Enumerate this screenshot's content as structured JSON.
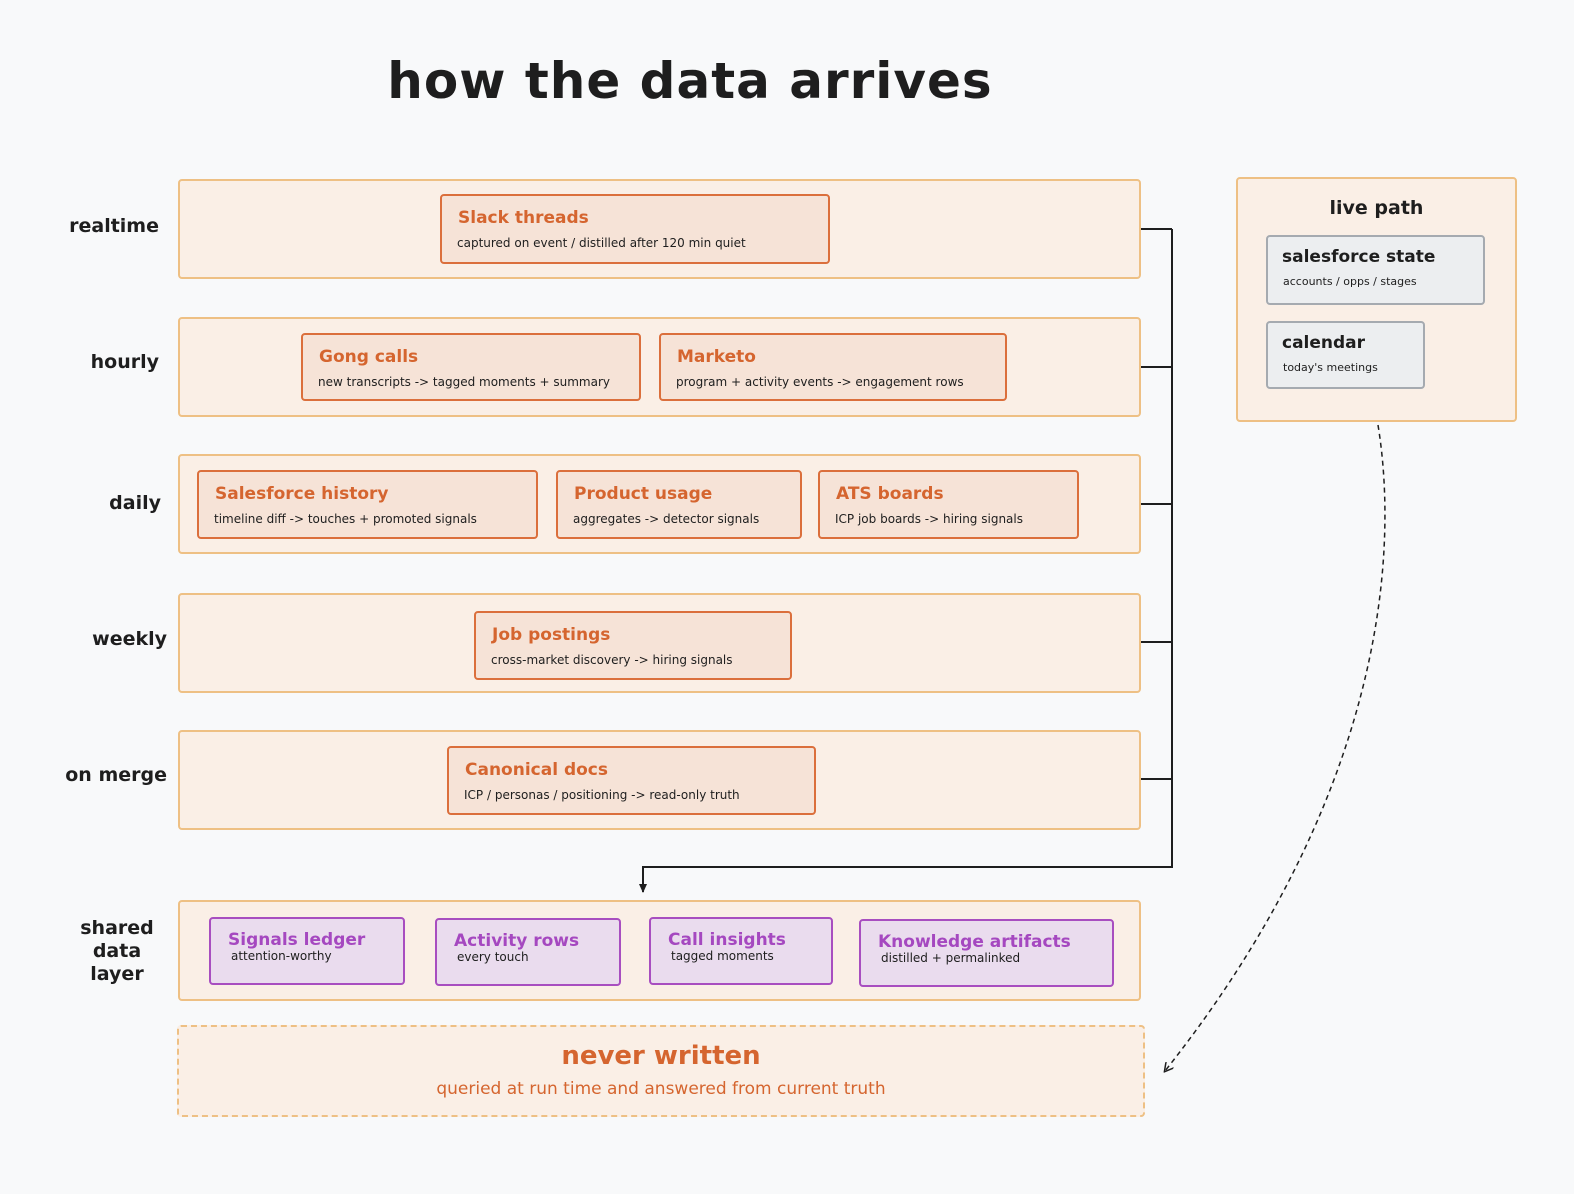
{
  "title": "how the data arrives",
  "tiers": {
    "realtime": {
      "label": "realtime",
      "cards": [
        {
          "title": "Slack threads",
          "subtitle": "captured on event / distilled after 120 min quiet"
        }
      ]
    },
    "hourly": {
      "label": "hourly",
      "cards": [
        {
          "title": "Gong calls",
          "subtitle": "new transcripts -> tagged moments + summary"
        },
        {
          "title": "Marketo",
          "subtitle": "program + activity events -> engagement rows"
        }
      ]
    },
    "daily": {
      "label": "daily",
      "cards": [
        {
          "title": "Salesforce history",
          "subtitle": "timeline diff -> touches + promoted signals"
        },
        {
          "title": "Product usage",
          "subtitle": "aggregates -> detector signals"
        },
        {
          "title": "ATS boards",
          "subtitle": "ICP job boards -> hiring signals"
        }
      ]
    },
    "weekly": {
      "label": "weekly",
      "cards": [
        {
          "title": "Job postings",
          "subtitle": "cross-market discovery -> hiring signals"
        }
      ]
    },
    "on_merge": {
      "label": "on merge",
      "cards": [
        {
          "title": "Canonical docs",
          "subtitle": "ICP / personas / positioning -> read-only truth"
        }
      ]
    }
  },
  "shared_layer": {
    "label_lines": [
      "shared",
      "data",
      "layer"
    ],
    "cards": [
      {
        "title": "Signals ledger",
        "subtitle": "attention-worthy"
      },
      {
        "title": "Activity rows",
        "subtitle": "every touch"
      },
      {
        "title": "Call insights",
        "subtitle": "tagged moments"
      },
      {
        "title": "Knowledge artifacts",
        "subtitle": "distilled + permalinked"
      }
    ]
  },
  "live_path": {
    "title": "live path",
    "cards": [
      {
        "title": "salesforce state",
        "subtitle": "accounts / opps / stages"
      },
      {
        "title": "calendar",
        "subtitle": "today's meetings"
      }
    ]
  },
  "never_written": {
    "title": "never written",
    "subtitle": "queried at run time and answered from current truth"
  },
  "colors": {
    "band_fill": "#faefe6",
    "band_stroke": "#eec084",
    "source_fill": "#f6e3d7",
    "source_stroke": "#db6f3c",
    "source_text": "#d5652f",
    "shared_fill": "#eadcee",
    "shared_stroke": "#a84ec0",
    "shared_text": "#a548c0",
    "live_fill": "#eceef0",
    "live_stroke": "#a5aab0"
  }
}
